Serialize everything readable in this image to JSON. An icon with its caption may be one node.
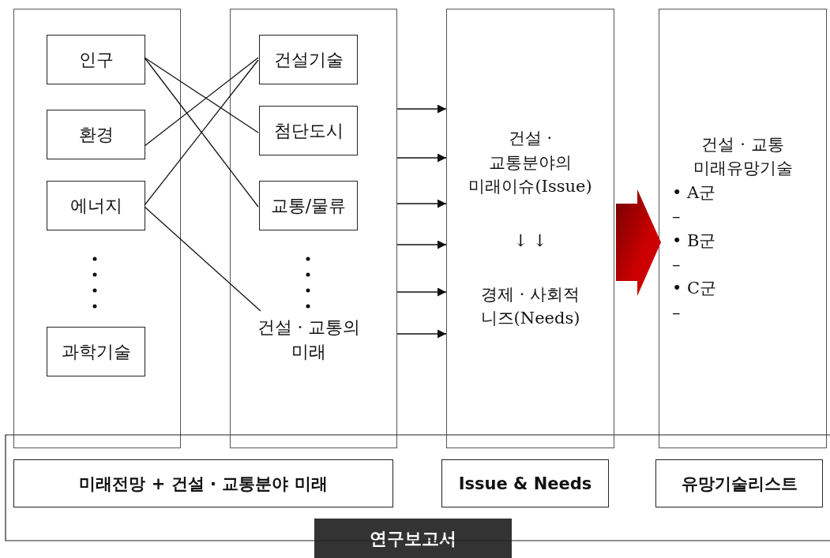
{
  "diagram": {
    "nodes": [
      {
        "text": [],
        "shape": "box"
      },
      {
        "text": [
          "인구"
        ],
        "in": 0
      },
      {
        "text": [
          "환경"
        ],
        "in": 0
      },
      {
        "text": [
          "에너지"
        ],
        "in": 0
      },
      {
        "text": [
          "과학기술"
        ],
        "in": 0
      },
      {
        "text": [],
        "shape": "box"
      },
      {
        "text": [
          "건설기술"
        ],
        "in": 5
      },
      {
        "text": [
          "첨단도시"
        ],
        "in": 5
      },
      {
        "text": [
          "교통/물류"
        ],
        "in": 5
      },
      {
        "text": [
          "건설 · 교통의 미래"
        ],
        "in": 5
      },
      {
        "text": [
          "건설 · 교통분야의 미래이슈(Issue)",
          "↓ ↓",
          "경제 · 사회적 니즈(Needs)"
        ]
      },
      {
        "text": [
          "건설 · 교통 미래유망기술",
          "• A군",
          "–",
          "• B군",
          "–",
          "• C군",
          "–"
        ]
      },
      {
        "text": [
          "미래전망 + 건설 · 교통분야 미래"
        ]
      },
      {
        "text": [
          "Issue & Needs"
        ]
      },
      {
        "text": [
          "유망기술리스트"
        ]
      },
      {
        "text": [
          "연구보고서"
        ]
      }
    ],
    "edges": [
      {
        "from": 1,
        "to": 7,
        "arrow": "none"
      },
      {
        "from": 1,
        "to": 8,
        "arrow": "none"
      },
      {
        "from": 2,
        "to": 6,
        "arrow": "none"
      },
      {
        "from": 3,
        "to": 6,
        "arrow": "none"
      },
      {
        "from": 3,
        "to": 9,
        "arrow": "none"
      },
      {
        "from": 5,
        "to": 10,
        "arrow": "to"
      },
      {
        "from": 5,
        "to": 10,
        "arrow": "to"
      },
      {
        "from": 5,
        "to": 10,
        "arrow": "to"
      },
      {
        "from": 5,
        "to": 10,
        "arrow": "to"
      },
      {
        "from": 5,
        "to": 10,
        "arrow": "to"
      },
      {
        "from": 5,
        "to": 10,
        "arrow": "to"
      },
      {
        "from": 10,
        "to": 11,
        "arrow": "to",
        "style": "thick",
        "color": "#cc0000"
      }
    ]
  }
}
